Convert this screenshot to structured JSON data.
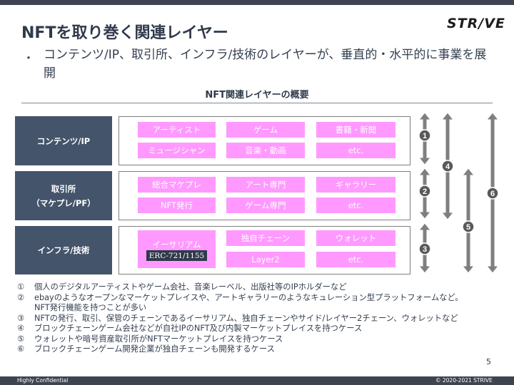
{
  "slide": {
    "title": "NFTを取り巻く関連レイヤー",
    "logo": "STR/VE",
    "bullet_marker": "・",
    "bullet": "コンテンツ/IP、取引所、インフラ/技術のレイヤーが、垂直的・水平的に事業を展開",
    "page_number": "5"
  },
  "diagram": {
    "title": "NFT関連レイヤーの概要",
    "layers": [
      {
        "label_lines": [
          "コンテンツ/IP"
        ],
        "items": [
          "アーティスト",
          "ゲーム",
          "書籍・新聞",
          "ミュージシャン",
          "音楽・動画",
          "etc."
        ]
      },
      {
        "label_lines": [
          "取引所",
          "（マケプレ/PF）"
        ],
        "items": [
          "総合マケプレ",
          "アート専門",
          "ギャラリー",
          "NFT発行",
          "ゲーム専門",
          "etc."
        ]
      },
      {
        "label_lines": [
          "インフラ/技術"
        ],
        "ethereum": "イーサリアム",
        "erc": "ERC-721/1155",
        "items": [
          "独自チェーン",
          "ウォレット",
          "Layer2",
          "etc."
        ]
      }
    ],
    "arrow_numbers": [
      "1",
      "2",
      "3",
      "4",
      "5",
      "6"
    ],
    "arrow_color": "#7f7f7f"
  },
  "notes": [
    {
      "num": "①",
      "text": "個人のデジタルアーティストやゲーム会社、音楽レーベル、出版社等のIPホルダーなど"
    },
    {
      "num": "②",
      "text": "ebayのようなオープンなマーケットプレイスや、アートギャラリーのようなキュレーション型プラットフォームなど。"
    },
    {
      "num": "",
      "text": "NFT発行機能を持つことが多い"
    },
    {
      "num": "③",
      "text": "NFTの発行、取引、保管のチェーンであるイーサリアム、独自チェーンやサイド/レイヤー2チェーン、ウォレットなど"
    },
    {
      "num": "④",
      "text": "ブロックチェーンゲーム会社などが自社IPのNFT及び内製マーケットプレイスを持つケース"
    },
    {
      "num": "⑤",
      "text": "ウォレットや暗号資産取引所がNFTマーケットプレイスを持つケース"
    },
    {
      "num": "⑥",
      "text": "ブロックチェーンゲーム開発企業が独自チェーンも開発するケース"
    }
  ],
  "footer": {
    "left": "Highly Confidential",
    "right": "© 2020-2021 STRIVE"
  },
  "colors": {
    "pill": "#ff99ff",
    "label_bg": "#44546a",
    "dark": "#3d4450"
  }
}
